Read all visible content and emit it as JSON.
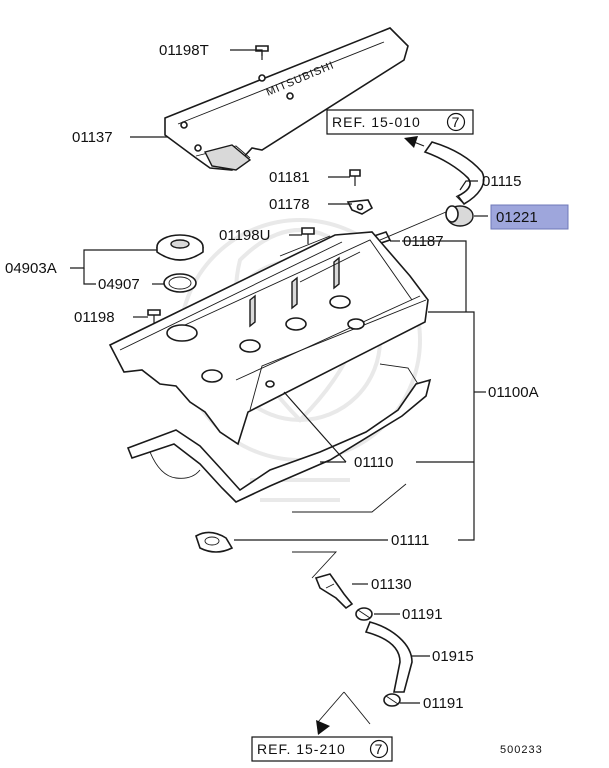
{
  "diagram": {
    "parts": {
      "p01198T": "01198T",
      "p01137": "01137",
      "p01181": "01181",
      "p01178": "01178",
      "p01198U": "01198U",
      "p01187": "01187",
      "p01115": "01115",
      "p01221": "01221",
      "p04903A": "04903A",
      "p04907": "04907",
      "p01198": "01198",
      "p01100A": "01100A",
      "p01110": "01110",
      "p01111": "01111",
      "p01130": "01130",
      "p01191a": "01191",
      "p01915": "01915",
      "p01191b": "01191"
    },
    "refs": {
      "top": "REF. 15-010",
      "top_num": "7",
      "bottom": "REF. 15-210",
      "bottom_num": "7"
    },
    "figure_number": "500233",
    "cover_text": "MITSUBISHI",
    "highlight_color": "#9ea6dc"
  }
}
